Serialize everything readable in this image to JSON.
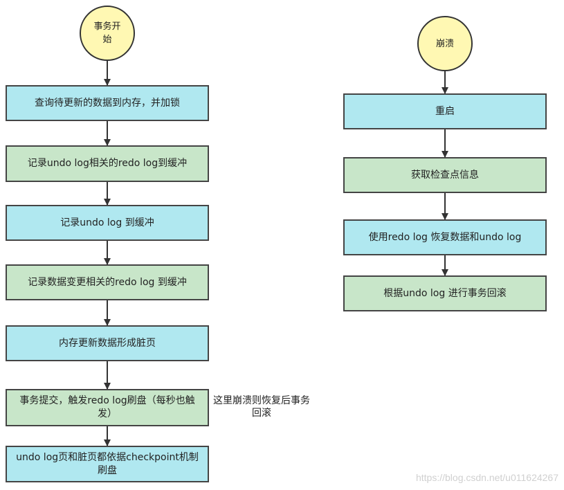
{
  "left_flow": {
    "start": "事务开始",
    "steps": [
      "查询待更新的数据到内存，并加锁",
      "记录undo log相关的redo log到缓冲",
      "记录undo log 到缓冲",
      "记录数据变更相关的redo log 到缓冲",
      "内存更新数据形成脏页",
      "事务提交，触发redo log刷盘（每秒也触发）",
      "undo log页和脏页都依据checkpoint机制刷盘"
    ],
    "note": "这里崩溃则恢复后事务回滚"
  },
  "right_flow": {
    "start": "崩溃",
    "steps": [
      "重启",
      "获取检查点信息",
      "使用redo log 恢复数据和undo log",
      "根据undo log 进行事务回滚"
    ]
  },
  "watermark": "https://blog.csdn.net/u011624267",
  "colors": {
    "circle_fill": "#fff8b3",
    "blue_fill": "#b0e8f0",
    "green_fill": "#c8e6c9",
    "stroke": "#333333"
  }
}
